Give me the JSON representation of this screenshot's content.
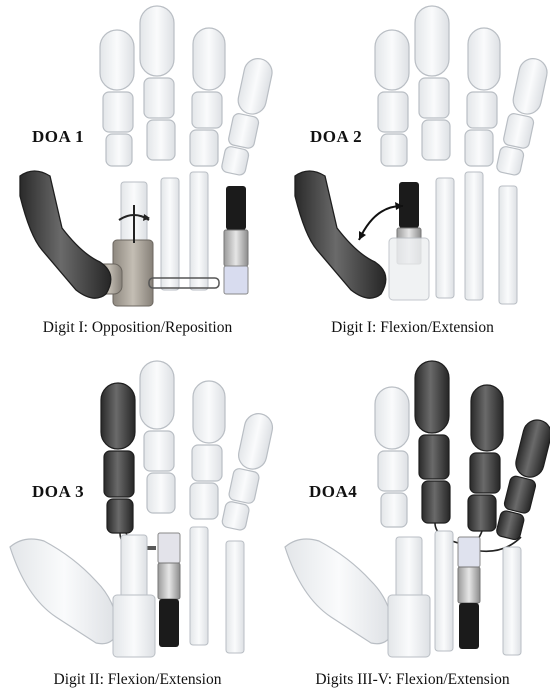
{
  "colors": {
    "ghost_fill": "#eef0f2",
    "ghost_stroke": "#b9bec4",
    "dark_fill": "#3a3a3a",
    "dark_stroke": "#1e1e1e",
    "mechanism_fill": "#a9a399",
    "actuator_black": "#1b1b1b",
    "actuator_silver": "#c9c9c9",
    "background": "#ffffff"
  },
  "panels": [
    {
      "doa_label": "DOA 1",
      "caption": "Digit I: Opposition/Reposition"
    },
    {
      "doa_label": "DOA 2",
      "caption": "Digit I: Flexion/Extension"
    },
    {
      "doa_label": "DOA 3",
      "caption": "Digit II: Flexion/Extension"
    },
    {
      "doa_label": "DOA4",
      "caption": "Digits III-V: Flexion/Extension"
    }
  ]
}
